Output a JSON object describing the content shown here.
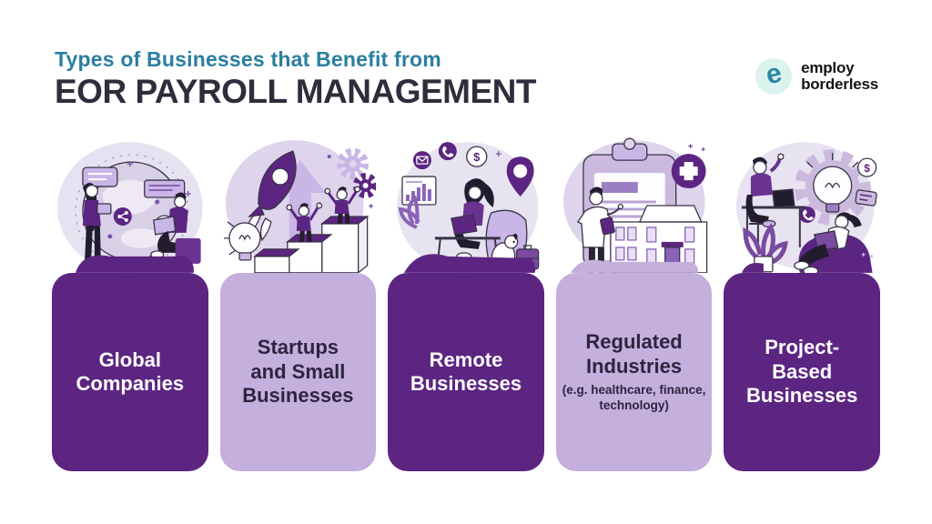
{
  "header": {
    "subtitle": "Types of Businesses that Benefit from",
    "title": "EOR PAYROLL MANAGEMENT"
  },
  "logo": {
    "mark": "e",
    "line1": "employ",
    "line2": "borderless"
  },
  "cards": [
    {
      "label": "Global Companies",
      "variant": "dark",
      "illustration": "globe-collaboration"
    },
    {
      "label": "Startups and Small Businesses",
      "variant": "light",
      "illustration": "rocket-growth-steps"
    },
    {
      "label": "Remote Businesses",
      "variant": "dark",
      "illustration": "remote-work-desk"
    },
    {
      "label": "Regulated Industries",
      "sublabel": "(e.g. healthcare, finance, technology)",
      "variant": "light",
      "illustration": "healthcare-clipboard-hospital"
    },
    {
      "label": "Project-Based Businesses",
      "variant": "dark",
      "illustration": "project-team-workspace"
    }
  ],
  "colors": {
    "dark_purple": "#5c2581",
    "light_purple": "#c4afdd",
    "pale_lavender": "#e7e2f1",
    "mid_purple": "#8a63b8",
    "subtitle_teal": "#2a7fa0",
    "heading_dark": "#2e2d3c",
    "logo_teal": "#2787a3",
    "logo_mint": "#dcf2ee"
  }
}
